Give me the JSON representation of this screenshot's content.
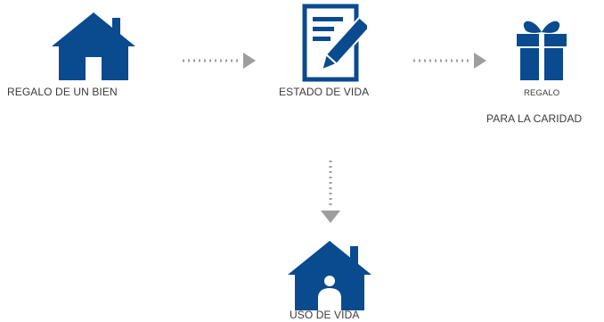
{
  "colors": {
    "icon_blue": "#0a4a8f",
    "arrow_gray": "#9e9e9e"
  },
  "nodes": {
    "gift_of_property": {
      "label": "REGALO DE UN BIEN",
      "icon": "house-icon"
    },
    "life_estate": {
      "label": "ESTADO DE VIDA",
      "icon": "document-pen-icon"
    },
    "charity_gift": {
      "label_top": "REGALO",
      "label_bottom": "PARA LA CARIDAD",
      "icon": "gift-box-icon"
    },
    "life_use": {
      "label": "USO DE VIDA",
      "icon": "house-person-icon"
    }
  },
  "connectors": [
    {
      "from": "gift_of_property",
      "to": "life_estate",
      "icon": "dotted-arrow-right-icon"
    },
    {
      "from": "life_estate",
      "to": "charity_gift",
      "icon": "dotted-arrow-right-icon"
    },
    {
      "from": "life_estate",
      "to": "life_use",
      "icon": "dotted-arrow-down-icon"
    }
  ]
}
